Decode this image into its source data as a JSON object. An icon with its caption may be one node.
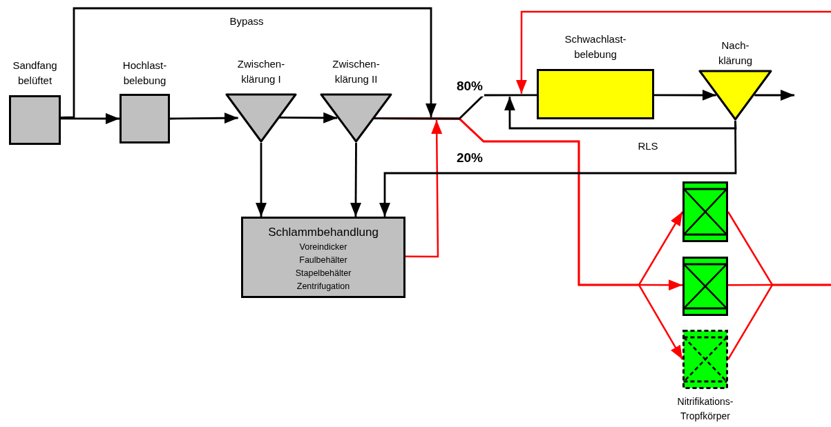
{
  "diagram": {
    "nodes": [
      {
        "text": [
          "Sandfang belüftet"
        ]
      },
      {
        "text": [
          "Hochlast- belebung"
        ]
      },
      {
        "text": [
          "Zwischen- klärung I"
        ]
      },
      {
        "text": [
          "Zwischen- klärung II"
        ]
      },
      {
        "text": [
          "Schlammbehandlung",
          "Voreindicker Faulbehälter Stapelbehälter Zentrifugation"
        ]
      },
      {
        "text": [
          "Schwachlast- belebung"
        ]
      },
      {
        "text": [
          "Nach- klärung"
        ]
      },
      {
        "text": [],
        "shape": "box"
      },
      {
        "text": [],
        "shape": "box"
      },
      {
        "text": [],
        "shape": "box"
      }
    ],
    "edges": [
      {
        "from": 0,
        "to": 1,
        "arrow": "to"
      },
      {
        "from": 0,
        "to": null,
        "arrow": "to",
        "label": "Bypass"
      },
      {
        "from": 1,
        "to": 2,
        "arrow": "to"
      },
      {
        "from": 2,
        "to": 3,
        "arrow": "to"
      },
      {
        "from": 2,
        "to": 4,
        "arrow": "to"
      },
      {
        "from": 3,
        "to": 4,
        "arrow": "to"
      },
      {
        "from": 4,
        "to": null,
        "arrow": "to",
        "color": "#ff0000"
      },
      {
        "from": 3,
        "to": 5,
        "arrow": "none",
        "label": "80%"
      },
      {
        "from": 5,
        "to": 6,
        "arrow": "to"
      },
      {
        "from": 6,
        "to": null,
        "arrow": "to"
      },
      {
        "from": 6,
        "to": 5,
        "arrow": "to",
        "label": "RLS"
      },
      {
        "from": 6,
        "to": 4,
        "arrow": "to"
      },
      {
        "from": 3,
        "to": 7,
        "arrow": "to",
        "color": "#ff0000",
        "label": "20%"
      },
      {
        "from": 3,
        "to": 8,
        "arrow": "to",
        "color": "#ff0000"
      },
      {
        "from": 3,
        "to": 9,
        "arrow": "to",
        "color": "#ff0000"
      },
      {
        "from": 7,
        "to": null,
        "arrow": "none",
        "color": "#ff0000"
      },
      {
        "from": 8,
        "to": null,
        "arrow": "none",
        "color": "#ff0000"
      },
      {
        "from": 9,
        "to": null,
        "arrow": "none",
        "color": "#ff0000"
      },
      {
        "from": null,
        "to": 5,
        "arrow": "to",
        "color": "#ff0000"
      }
    ],
    "labels": [
      "Nitrifikations- Tropfkörper"
    ]
  }
}
